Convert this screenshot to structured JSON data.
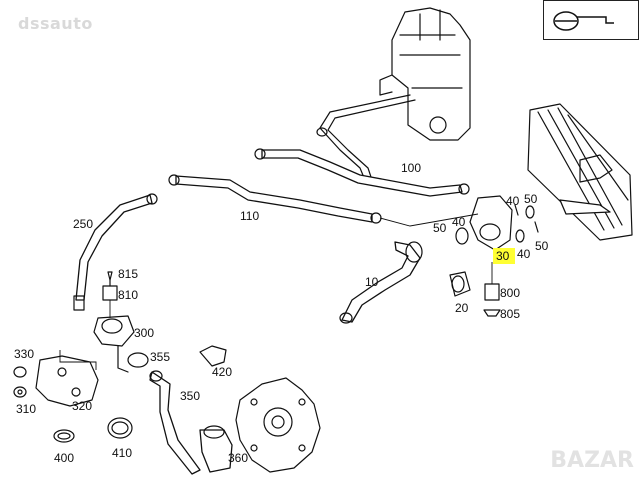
{
  "watermark": "dssauto",
  "brand": "BAZAR",
  "corner_icon": "engine-cooling-icon",
  "highlight_color": "#ffff33",
  "labels": {
    "p10": "10",
    "p20": "20",
    "p30": "30",
    "p40a": "40",
    "p40b": "40",
    "p40c": "40",
    "p50a": "50",
    "p50b": "50",
    "p50c": "50",
    "p100": "100",
    "p110": "110",
    "p250": "250",
    "p300": "300",
    "p310": "310",
    "p320": "320",
    "p330": "330",
    "p350": "350",
    "p355": "355",
    "p360": "360",
    "p400": "400",
    "p410": "410",
    "p420": "420",
    "p800": "800",
    "p805": "805",
    "p810": "810",
    "p815": "815"
  }
}
